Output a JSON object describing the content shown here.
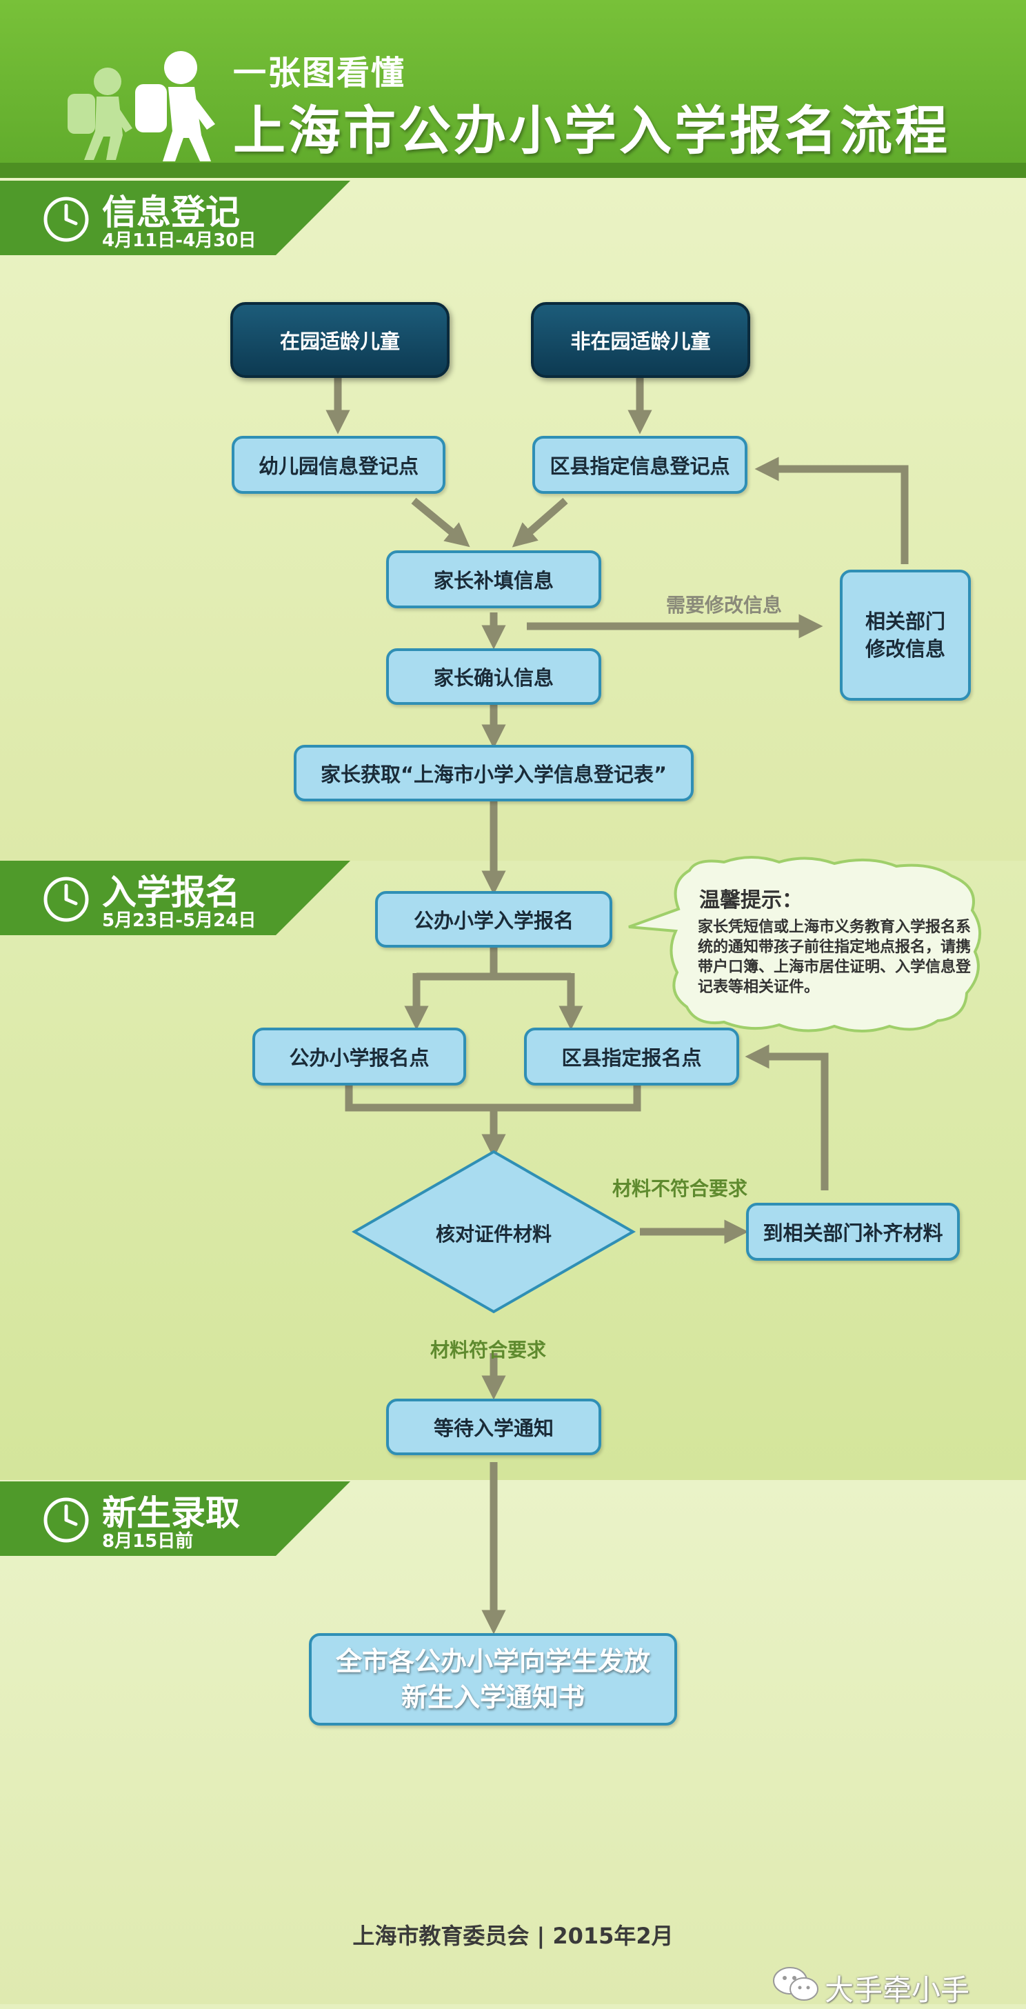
{
  "header": {
    "subtitle": "一张图看懂",
    "title": "上海市公办小学入学报名流程"
  },
  "stages": [
    {
      "title": "信息登记",
      "date": "4月11日-4月30日"
    },
    {
      "title": "入学报名",
      "date": "5月23日-5月24日"
    },
    {
      "title": "新生录取",
      "date": "8月15日前"
    }
  ],
  "nodes": {
    "in_kindergarten": "在园适龄儿童",
    "not_in_kindergarten": "非在园适龄儿童",
    "kindergarten_register": "幼儿园信息登记点",
    "district_register": "区县指定信息登记点",
    "parent_fill": "家长补填信息",
    "parent_confirm": "家长确认信息",
    "dept_modify_line1": "相关部门",
    "dept_modify_line2": "修改信息",
    "parent_get_form": "家长获取“上海市小学入学信息登记表”",
    "public_enroll": "公办小学入学报名",
    "school_point": "公办小学报名点",
    "district_point": "区县指定报名点",
    "verify": "核对证件材料",
    "supplement": "到相关部门补齐材料",
    "wait_notice": "等待入学通知",
    "final_line1": "全市各公办小学向学生发放",
    "final_line2": "新生入学通知书"
  },
  "edge_labels": {
    "need_modify": "需要修改信息",
    "not_meet": "材料不符合要求",
    "meet": "材料符合要求"
  },
  "tip": {
    "title": "温馨提示：",
    "body": "家长凭短信或上海市义务教育入学报名系统的通知带孩子前往指定地点报名，请携带户口簿、上海市居住证明、入学信息登记表等相关证件。"
  },
  "footer": "上海市教育委员会 | 2015年2月",
  "watermark": "大手牵小手",
  "colors": {
    "header_green": "#6bb834",
    "box_fill": "#a9dcf0",
    "box_border": "#2f8fb5",
    "dark_box": "#0d3a52",
    "arrow": "#8c8c6e",
    "label_green": "#5e8a2e"
  },
  "icons": [
    "walking-people-icon",
    "clock-icon",
    "wechat-icon"
  ]
}
